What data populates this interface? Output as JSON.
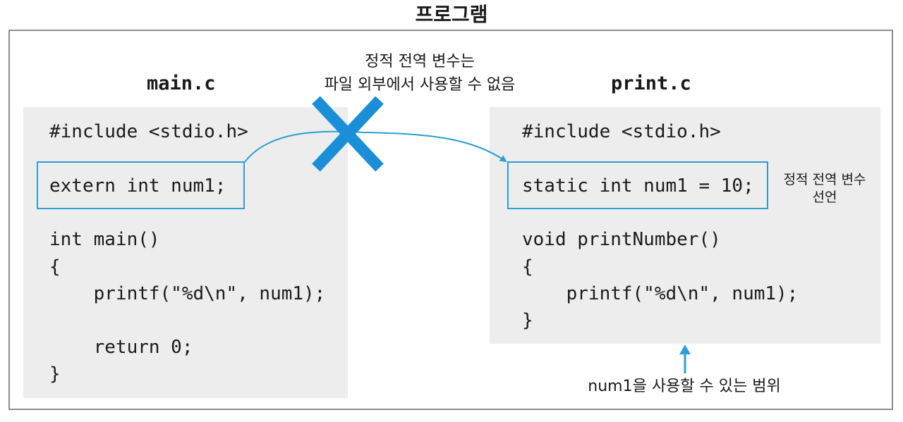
{
  "title": "프로그램",
  "left": {
    "filename": "main.c",
    "lines": [
      "#include <stdio.h>",
      "extern int num1;",
      "int main()",
      "{",
      "    printf(\"%d\\n\", num1);",
      "    return 0;",
      "}"
    ]
  },
  "right": {
    "filename": "print.c",
    "lines": [
      "#include <stdio.h>",
      "static int num1 = 10;",
      "void printNumber()",
      "{",
      "    printf(\"%d\\n\", num1);",
      "}"
    ]
  },
  "notes": {
    "blocked_line1": "정적 전역 변수는",
    "blocked_line2": "파일 외부에서 사용할 수 없음",
    "decl_line1": "정적 전역 변수",
    "decl_line2": "선언",
    "scope": "num1을 사용할 수 있는 범위"
  },
  "colors": {
    "accent": "#2a9fd6",
    "cross": "#1a8fd8",
    "panel": "#ededed",
    "frame": "#8c8c8c"
  },
  "icons": {
    "blocked": "cross-icon",
    "reference": "arrow-icon",
    "scope": "up-arrow-icon"
  }
}
